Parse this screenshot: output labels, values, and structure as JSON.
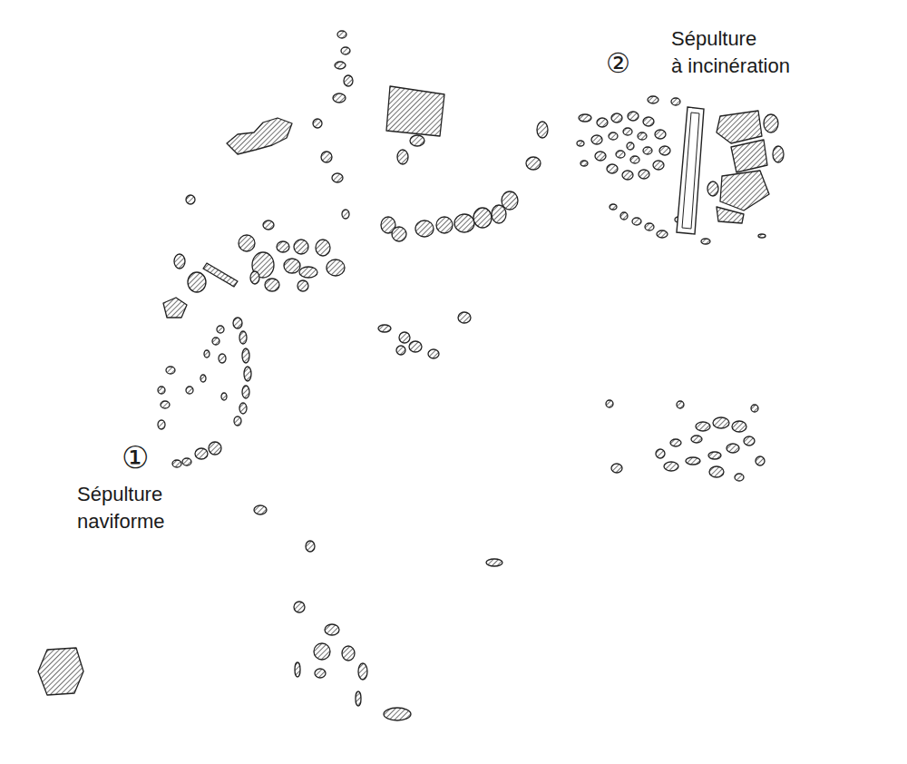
{
  "diagram": {
    "labels": [
      "②",
      "Sépulture à incinération",
      "①",
      "Sépulture naviforme"
    ]
  }
}
